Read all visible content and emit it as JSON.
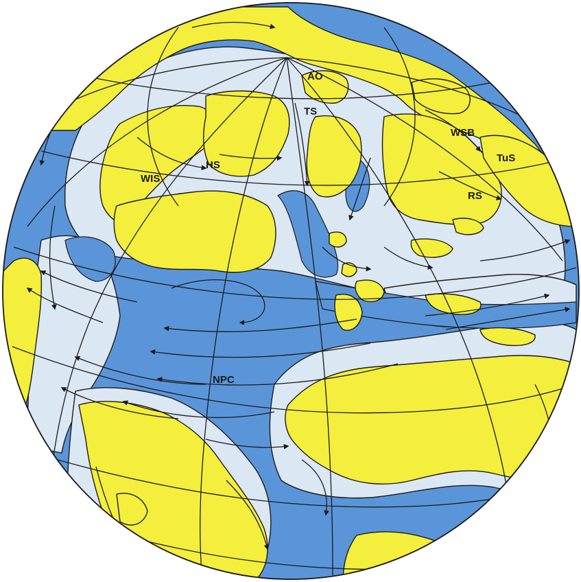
{
  "map": {
    "colors": {
      "deep_ocean": "#5b95d9",
      "shelf_sea": "#dbe7f3",
      "land": "#f4ee3c",
      "lines": "#1a1a1a",
      "background": "#ffffff"
    },
    "labels": {
      "ao": "AO",
      "ts": "TS",
      "wsb": "WSB",
      "tus": "TuS",
      "wis": "WIS",
      "hs": "HS",
      "rs": "RS",
      "npc": "NPC"
    }
  }
}
